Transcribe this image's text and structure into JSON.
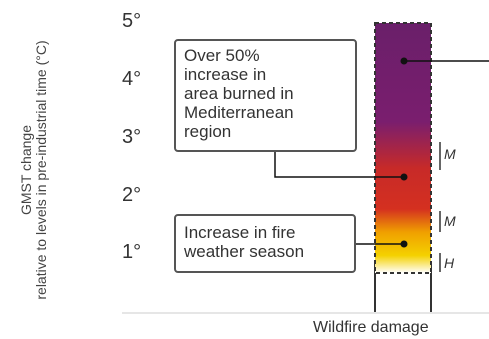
{
  "axis": {
    "label_line1": "GMST change",
    "label_line2": "relative to levels in pre-industrial time (°C)",
    "ticks": [
      {
        "value": 5,
        "label": "5°"
      },
      {
        "value": 4,
        "label": "4°"
      },
      {
        "value": 3,
        "label": "3°"
      },
      {
        "value": 2,
        "label": "2°"
      },
      {
        "value": 1,
        "label": "1°"
      }
    ]
  },
  "callouts": {
    "mediterranean": {
      "lines": [
        "Over 50%",
        "increase in",
        "area burned in",
        "Mediterranean",
        "region"
      ]
    },
    "fire_weather": {
      "lines": [
        "Increase in fire",
        "weather season"
      ]
    }
  },
  "confidence": [
    {
      "label": "M",
      "from": 2.2,
      "to": 2.9
    },
    {
      "label": "M",
      "from": 1.2,
      "to": 1.65
    },
    {
      "label": "H",
      "from": 0.7,
      "to": 1.05
    }
  ],
  "risk_bar": {
    "label": "Wildfire damage",
    "stops": [
      {
        "value": 0.7,
        "color": "#ffffff"
      },
      {
        "value": 1.0,
        "color": "#f4d100"
      },
      {
        "value": 1.4,
        "color": "#f0a000"
      },
      {
        "value": 1.8,
        "color": "#d43020"
      },
      {
        "value": 2.5,
        "color": "#c72a28"
      },
      {
        "value": 3.3,
        "color": "#7a1e6e"
      },
      {
        "value": 5.0,
        "color": "#6a1f6a"
      }
    ]
  },
  "colors": {
    "frame": "#333333",
    "dot": "#111111",
    "leader": "#111111"
  }
}
